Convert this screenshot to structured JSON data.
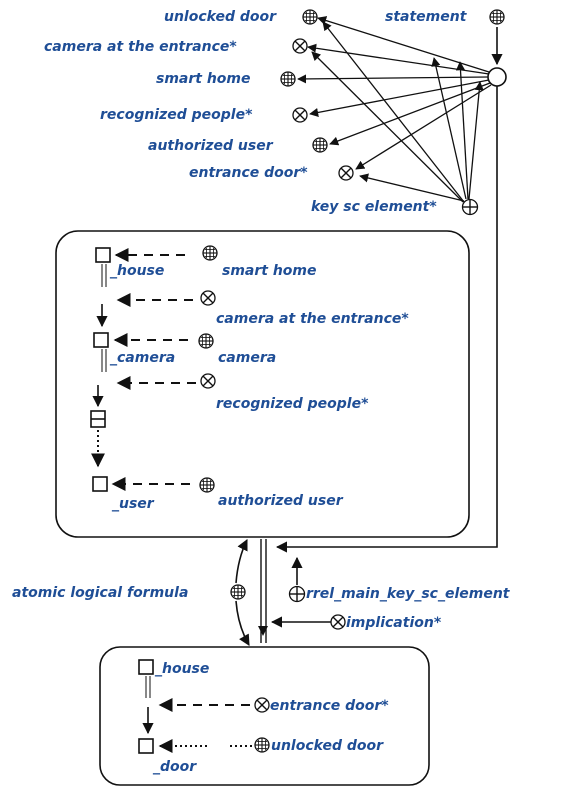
{
  "top_labels": {
    "unlocked_door": "unlocked door",
    "statement": "statement",
    "camera_at_entrance": "camera at the entrance*",
    "smart_home": "smart home",
    "recognized_people": "recognized people*",
    "authorized_user": "authorized user",
    "entrance_door": "entrance door*",
    "key_sc_element": "key sc element*"
  },
  "box1": {
    "house_var": "_house",
    "smart_home": "smart home",
    "camera_at_entrance": "camera at the entrance*",
    "camera_var": "_camera",
    "camera": "camera",
    "recognized_people": "recognized people*",
    "user_var": "_user",
    "authorized_user": "authorized user"
  },
  "middle": {
    "atomic_formula": "atomic logical formula",
    "rrel": "rrel_main_key_sc_element",
    "implication": "implication*"
  },
  "box2": {
    "house_var": "_house",
    "entrance_door": "entrance door*",
    "unlocked_door": "unlocked door",
    "door_var": "_door"
  },
  "colors": {
    "label": "#1f4e96",
    "stroke": "#111111"
  },
  "icons": {
    "class_node": "circle-grid-icon",
    "relation_node": "circle-x-icon",
    "role_node": "circle-plus-icon",
    "structure_node": "hollow-circle-icon",
    "variable_node": "square-icon",
    "tuple_node": "divided-square-icon"
  }
}
